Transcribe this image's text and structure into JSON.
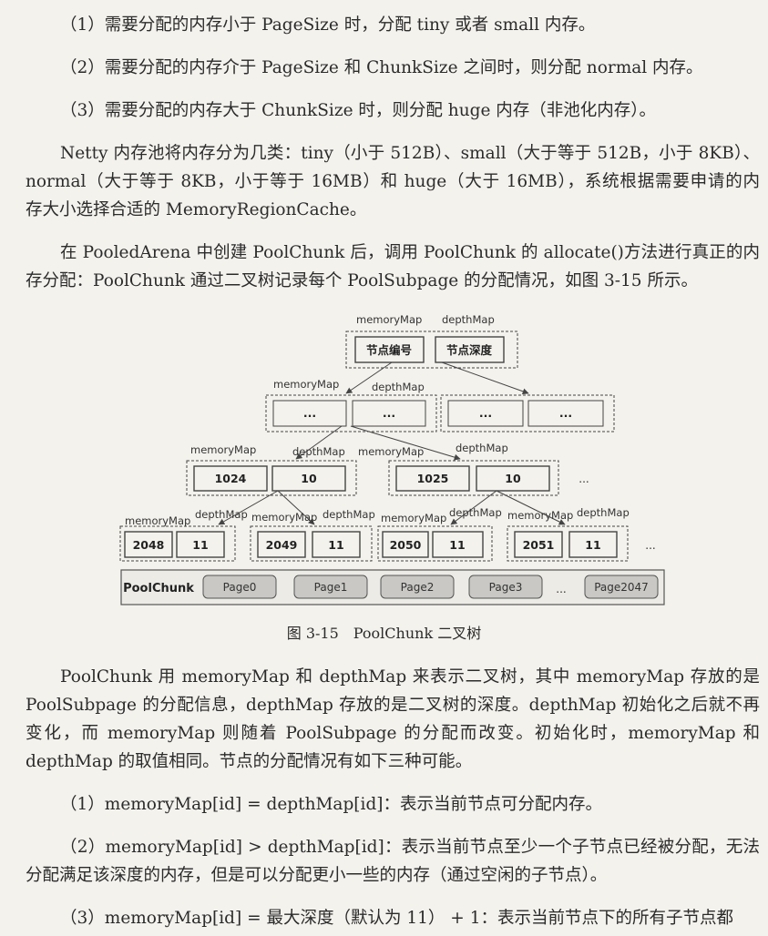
{
  "paragraphs": {
    "p1": "（1）需要分配的内存小于 PageSize 时，分配 tiny 或者 small 内存。",
    "p2": "（2）需要分配的内存介于 PageSize 和 ChunkSize 之间时，则分配 normal 内存。",
    "p3": "（3）需要分配的内存大于 ChunkSize 时，则分配 huge 内存（非池化内存）。",
    "p4_l1": "Netty 内存池将内存分为几类：tiny（小于 512B）、small（大于等于 512B，小于 8KB）、",
    "p4_l2": "normal（大于等于 8KB，小于等于 16MB）和 huge（大于 16MB），系统根据需要申请的内",
    "p4_l3": "存大小选择合适的 MemoryRegionCache。",
    "p5_l1": "在 PooledArena 中创建 PoolChunk 后，调用 PoolChunk 的 allocate()方法进行真正的内",
    "p5_l2": "存分配：PoolChunk 通过二叉树记录每个 PoolSubpage 的分配情况，如图 3-15 所示。",
    "p6_l1": "PoolChunk 用 memoryMap 和 depthMap 来表示二叉树，其中 memoryMap 存放的是",
    "p6_l2": "PoolSubpage 的分配信息，depthMap 存放的是二叉树的深度。depthMap 初始化之后就不再",
    "p6_l3": "变化，而 memoryMap 则随着 PoolSubpage 的分配而改变。初始化时，memoryMap 和",
    "p6_l4": "depthMap 的取值相同。节点的分配情况有如下三种可能。",
    "p7": "（1）memoryMap[id] = depthMap[id]：表示当前节点可分配内存。",
    "p8_l1": "（2）memoryMap[id] > depthMap[id]：表示当前节点至少一个子节点已经被分配，无法",
    "p8_l2": "分配满足该深度的内存，但是可以分配更小一些的内存（通过空闲的子节点）。",
    "p9": "（3）memoryMap[id] = 最大深度（默认为 11） + 1：表示当前节点下的所有子节点都"
  },
  "figure": {
    "caption": "图 3-15　PoolChunk 二叉树",
    "root": {
      "label_memory": "memoryMap",
      "label_depth": "depthMap",
      "cell_left": "节点编号",
      "cell_right": "节点深度"
    },
    "level1": {
      "label_memory": "memoryMap",
      "label_depth": "depthMap",
      "cell": "..."
    },
    "level2": {
      "left": {
        "label_memory": "memoryMap",
        "label_depth": "depthMap",
        "id": "1024",
        "depth": "10"
      },
      "right": {
        "label_memory": "memoryMap",
        "label_depth": "depthMap",
        "id": "1025",
        "depth": "10"
      },
      "ellipsis": "..."
    },
    "leaves": [
      {
        "label_memory": "memoryMap",
        "label_depth": "depthMap",
        "id": "2048",
        "depth": "11"
      },
      {
        "label_memory": "memoryMap",
        "label_depth": "depthMap",
        "id": "2049",
        "depth": "11"
      },
      {
        "label_memory": "memoryMap",
        "label_depth": "depthMap",
        "id": "2050",
        "depth": "11"
      },
      {
        "label_memory": "memoryMap",
        "label_depth": "depthMap",
        "id": "2051",
        "depth": "11"
      }
    ],
    "leaves_ellipsis": "...",
    "pool_label": "PoolChunk",
    "pages": [
      "Page0",
      "Page1",
      "Page2",
      "Page3"
    ],
    "pages_ellipsis": "...",
    "last_page": "Page2047"
  }
}
